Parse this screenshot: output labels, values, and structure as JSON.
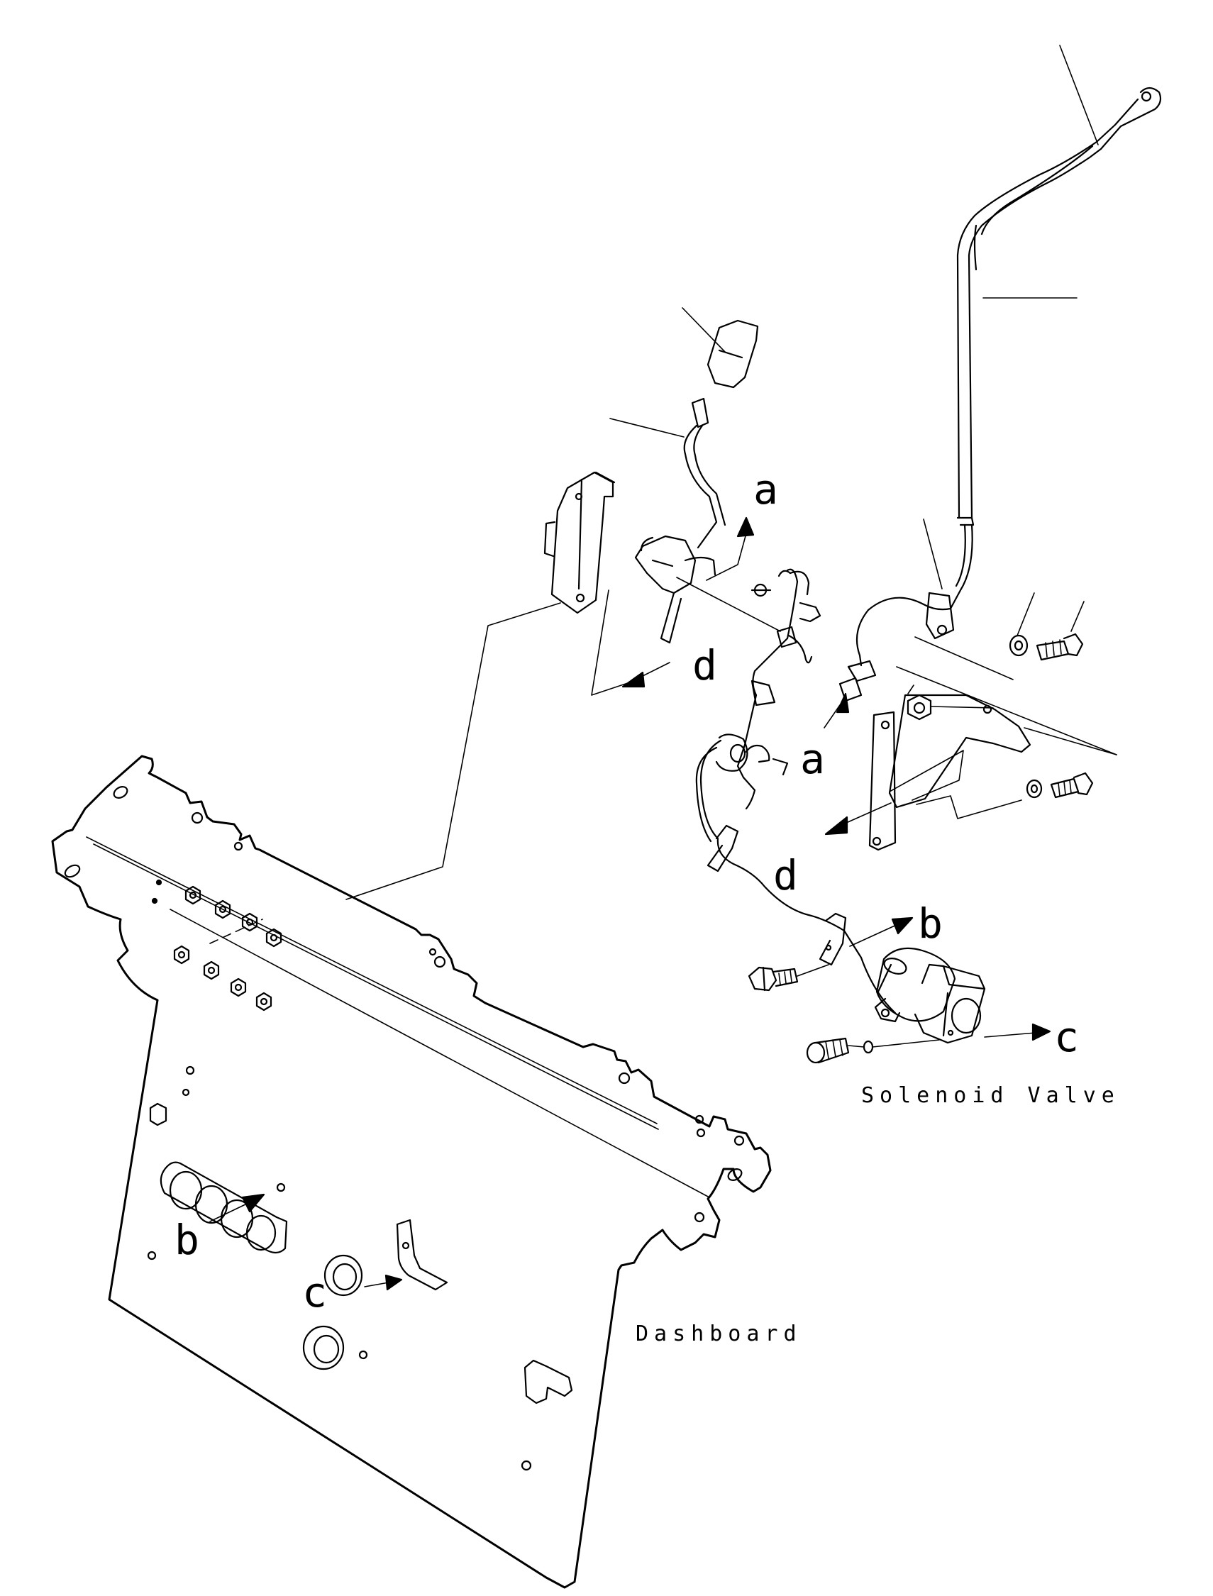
{
  "labels": {
    "solenoid_valve": "Solenoid Valve",
    "dashboard": "Dashboard"
  },
  "callouts": {
    "a_upper": "a",
    "a_lower": "a",
    "b_right": "b",
    "b_left": "b",
    "c_right": "c",
    "c_left": "c",
    "d_left": "d",
    "d_right": "d"
  }
}
